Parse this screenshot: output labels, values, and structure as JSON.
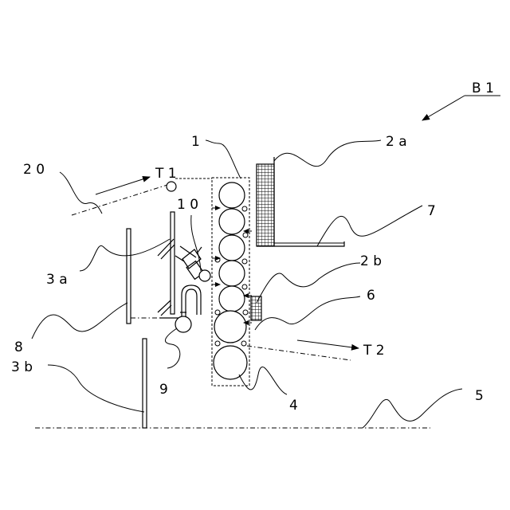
{
  "labels": {
    "b1": "B 1",
    "l1": "1",
    "l2a": "2 a",
    "l2b": "2 b",
    "l20": "2 0",
    "lt1": "T 1",
    "lt2": "T 2",
    "l10": "1 0",
    "l3a": "3 a",
    "l3b": "3 b",
    "l4": "4",
    "l5": "5",
    "l6": "6",
    "l7": "7",
    "l8": "8",
    "l9": "9"
  },
  "colors": {
    "ink": "#000000",
    "background": "#ffffff"
  }
}
